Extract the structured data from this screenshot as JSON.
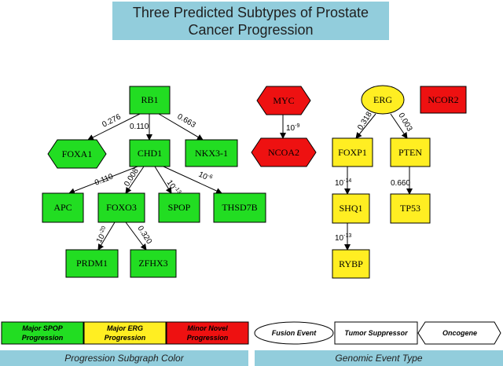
{
  "title": {
    "line1": "Three Predicted Subtypes of Prostate",
    "line2": "Cancer Progression"
  },
  "colors": {
    "spop": "#22dd22",
    "erg": "#ffee22",
    "novel": "#ee1111",
    "banner": "#92cddc"
  },
  "nodes": {
    "RB1": "RB1",
    "FOXA1": "FOXA1",
    "CHD1": "CHD1",
    "NKX3_1": "NKX3-1",
    "APC": "APC",
    "FOXO3": "FOXO3",
    "SPOP": "SPOP",
    "THSD7B": "THSD7B",
    "PRDM1": "PRDM1",
    "ZFHX3": "ZFHX3",
    "MYC": "MYC",
    "NCOA2": "NCOA2",
    "ERG": "ERG",
    "NCOR2": "NCOR2",
    "FOXP1": "FOXP1",
    "PTEN": "PTEN",
    "SHQ1": "SHQ1",
    "TP53": "TP53",
    "RYBP": "RYBP"
  },
  "edges": {
    "rb1_foxa1": "0.276",
    "rb1_chd1": "0.110",
    "rb1_nkx": "0.663",
    "chd1_apc": "0.110",
    "chd1_foxo3": "0.008",
    "chd1_spop_base": "10",
    "chd1_spop_exp": "-13",
    "chd1_thsd7b_base": "10",
    "chd1_thsd7b_exp": "-6",
    "foxo3_prdm1_base": "10",
    "foxo3_prdm1_exp": "-20",
    "foxo3_zfhx3": "0.320",
    "myc_ncoa2_base": "10",
    "myc_ncoa2_exp": "-9",
    "erg_foxp1": "0.318",
    "erg_pten": "0.003",
    "foxp1_shq1_base": "10",
    "foxp1_shq1_exp": "-14",
    "pten_tp53": "0.660",
    "shq1_rybp_base": "10",
    "shq1_rybp_exp": "-13"
  },
  "legend": {
    "spop_line1": "Major SPOP",
    "spop_line2": "Progression",
    "erg_line1": "Major ERG",
    "erg_line2": "Progression",
    "novel_line1": "Minor Novel",
    "novel_line2": "Progression",
    "fusion": "Fusion Event",
    "suppressor": "Tumor Suppressor",
    "oncogene": "Oncogene"
  },
  "footer": {
    "left": "Progression Subgraph Color",
    "right": "Genomic Event Type"
  }
}
